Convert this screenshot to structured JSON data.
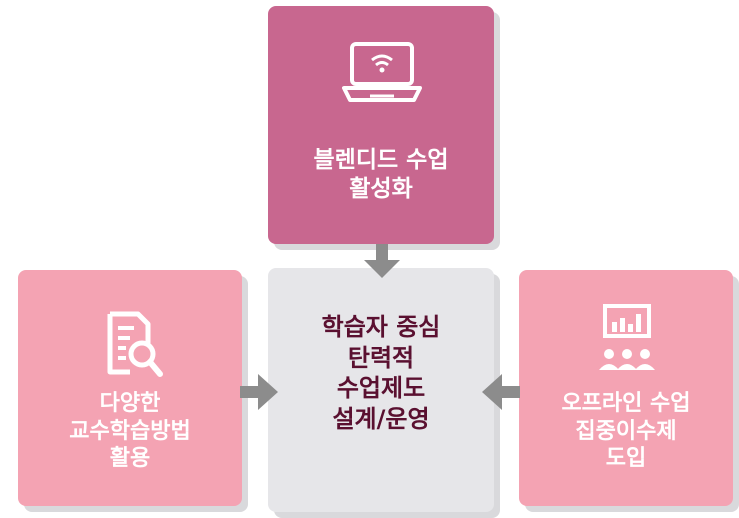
{
  "top_box": {
    "line1": "블렌디드 수업",
    "line2": "활성화",
    "icon": "laptop-wifi-icon"
  },
  "center_box": {
    "line1": "학습자 중심",
    "line2": "탄력적",
    "line3": "수업제도",
    "line4": "설계/운영"
  },
  "left_box": {
    "line1": "다양한",
    "line2": "교수학습방법",
    "line3": "활용",
    "icon": "document-search-icon"
  },
  "right_box": {
    "line1": "오프라인 수업",
    "line2": "집중이수제",
    "line3": "도입",
    "icon": "presentation-audience-icon"
  },
  "colors": {
    "top": "#c8678f",
    "side": "#f4a3b3",
    "center": "#e6e6e9",
    "center_text": "#5a1030",
    "arrow": "#8c8c8c"
  }
}
